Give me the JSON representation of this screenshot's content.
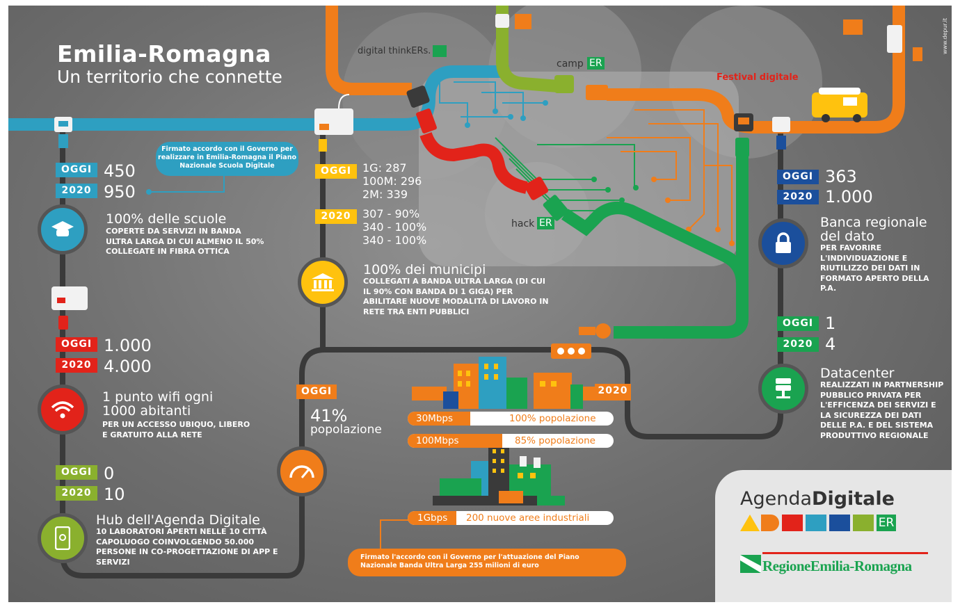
{
  "header": {
    "title": "Emilia-Romagna",
    "subtitle": "Un territorio che connette",
    "credit": "www.depur.it"
  },
  "labels": {
    "tag_oggi": "OGGI",
    "tag_2020": "2020"
  },
  "top_labels": {
    "thinkers": "digital thinkERs.",
    "camp": "camp",
    "camp_er": "ER",
    "festival": "Festival digitale",
    "hack": "hack",
    "hack_er": "ER"
  },
  "governo_note": "Firmato accordo con il Governo per realizzare in Emilia-Romagna il Piano Nazionale Scuola Digitale",
  "scuole": {
    "oggi": "450",
    "y2020": "950",
    "heading": "100% delle scuole",
    "desc": "Coperte da servizi in banda ultra larga di cui almeno il 50% collegate in fibra ottica"
  },
  "wifi": {
    "oggi": "1.000",
    "y2020": "4.000",
    "heading": "1 punto wifi ogni 1000 abitanti",
    "desc": "Per un accesso ubiquo, libero e gratuito alla rete"
  },
  "hub": {
    "oggi": "0",
    "y2020": "10",
    "heading": "Hub dell'Agenda Digitale",
    "desc": "10 laboratori aperti nelle 10 città capoluogo coinvolgendo 50.000 persone in co-progettazione di app e servizi"
  },
  "municipi": {
    "oggi_lines": [
      "1G: 287",
      "100M: 296",
      "2M: 339"
    ],
    "y2020_lines": [
      "307 - 90%",
      "340 - 100%",
      "340 - 100%"
    ],
    "heading": "100% dei municipi",
    "desc": "Collegati a banda ultra larga (di cui il 90% con banda di 1 Giga) per abilitare nuove modalità di lavoro in rete tra enti pubblici"
  },
  "popolazione": {
    "oggi_label": "OGGI",
    "value": "41%",
    "unit": "popolazione",
    "label_2020": "2020"
  },
  "bandwidth": [
    {
      "speed": "30Mbps",
      "target": "100% popolazione"
    },
    {
      "speed": "100Mbps",
      "target": "85% popolazione"
    },
    {
      "speed": "1Gbps",
      "target": "200 nuove aree industriali"
    }
  ],
  "ultra_larga_note": "Firmato l'accordo con il Governo per l'attuazione del Piano Nazionale Banda Ultra Larga 255 milioni di euro",
  "banca": {
    "oggi": "363",
    "y2020": "1.000",
    "heading": "Banca regionale del dato",
    "desc": "Per favorire l'individuazione e riutilizzo dei dati in formato aperto della P.A."
  },
  "datacenter": {
    "oggi": "1",
    "y2020": "4",
    "heading": "Datacenter",
    "desc": "Realizzati in partnership pubblico privata per l'efficenza dei servizi e la sicurezza dei dati delle P.A. e del sistema produttivo regionale"
  },
  "brand": {
    "agenda": "Agenda",
    "digitale": "Digitale",
    "er": "ER",
    "regione": "RegioneEmilia-Romagna"
  },
  "colors": {
    "teal": "#2e9fc1",
    "orange": "#f07d1a",
    "green": "#1aa350",
    "red": "#e2231a",
    "olive": "#8ab02e",
    "yellow": "#ffc20e",
    "navy": "#1b4f9c",
    "dark": "#3a3a3a"
  }
}
